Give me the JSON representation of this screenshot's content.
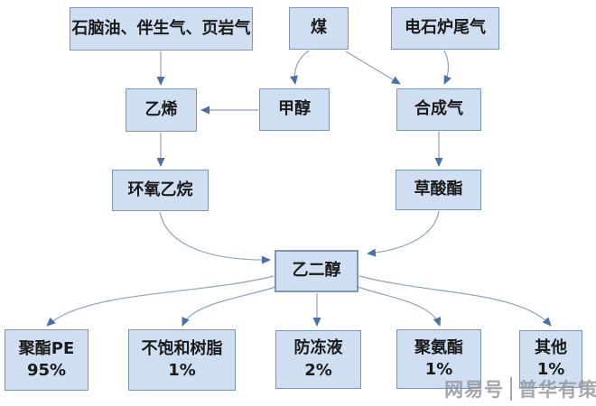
{
  "diagram": {
    "description_domain": "flowchart",
    "nodes": {
      "naphtha": {
        "label": "石脑油、伴生气、页岩气"
      },
      "coal": {
        "label": "煤"
      },
      "carbide_tail_gas": {
        "label": "电石炉尾气"
      },
      "ethylene": {
        "label": "乙烯"
      },
      "methanol": {
        "label": "甲醇"
      },
      "syngas": {
        "label": "合成气"
      },
      "ethylene_oxide": {
        "label": "环氧乙烷"
      },
      "oxalate": {
        "label": "草酸酯"
      },
      "ethylene_glycol": {
        "label": "乙二醇"
      },
      "polyester": {
        "label": "聚酯PE",
        "share": "95%"
      },
      "unsaturated_resin": {
        "label": "不饱和树脂",
        "share": "1%"
      },
      "antifreeze": {
        "label": "防冻液",
        "share": "2%"
      },
      "polyurethane": {
        "label": "聚氨酯",
        "share": "1%"
      },
      "other": {
        "label": "其他",
        "share": "1%"
      }
    },
    "edges": [
      {
        "from": "石脑油、伴生气、页岩气",
        "to": "乙烯"
      },
      {
        "from": "煤",
        "to": "甲醇"
      },
      {
        "from": "煤",
        "to": "合成气"
      },
      {
        "from": "电石炉尾气",
        "to": "合成气"
      },
      {
        "from": "甲醇",
        "to": "乙烯"
      },
      {
        "from": "乙烯",
        "to": "环氧乙烷"
      },
      {
        "from": "合成气",
        "to": "草酸酯"
      },
      {
        "from": "环氧乙烷",
        "to": "乙二醇"
      },
      {
        "from": "草酸酯",
        "to": "乙二醇"
      },
      {
        "from": "乙二醇",
        "to": "聚酯PE 95%"
      },
      {
        "from": "乙二醇",
        "to": "不饱和树脂 1%"
      },
      {
        "from": "乙二醇",
        "to": "防冻液 2%"
      },
      {
        "from": "乙二醇",
        "to": "聚氨酯 1%"
      },
      {
        "from": "乙二醇",
        "to": "其他 1%"
      }
    ],
    "colors": {
      "node_fill": "#cfdef1",
      "node_border": "#7e96b6",
      "arrow_line": "#8ca2bf",
      "arrow_head": "#4a71a7",
      "text": "#1b1b1b",
      "watermark": "#8f949b",
      "background": "#ffffff"
    }
  },
  "watermark": {
    "brand": "网易号",
    "separator": "|",
    "account": "普华有策"
  }
}
